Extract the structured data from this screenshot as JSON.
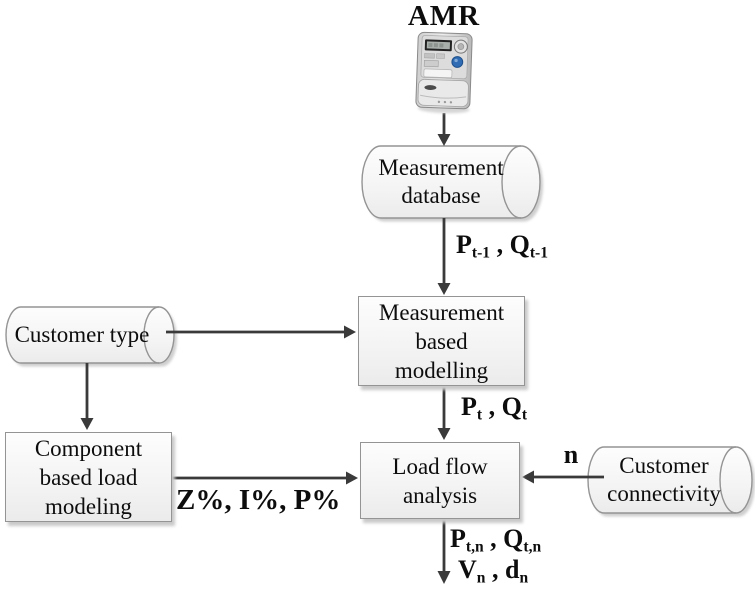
{
  "diagram": {
    "title": "AMR",
    "nodes": {
      "measurement_database": {
        "shape": "cylinder",
        "lines": [
          "Measurement",
          "database"
        ]
      },
      "customer_type": {
        "shape": "cylinder",
        "lines": [
          "Customer type"
        ]
      },
      "customer_connectivity": {
        "shape": "cylinder",
        "lines": [
          "Customer",
          "connectivity"
        ]
      },
      "measurement_based_modelling": {
        "shape": "process-box",
        "lines": [
          "Measurement",
          "based",
          "modelling"
        ]
      },
      "component_based_load_modeling": {
        "shape": "process-box",
        "lines": [
          "Component",
          "based load",
          "modeling"
        ]
      },
      "load_flow_analysis": {
        "shape": "process-box",
        "lines": [
          "Load flow",
          "analysis"
        ]
      }
    },
    "edge_labels": {
      "pq_prev": {
        "p": "P",
        "p_sub": "t-1",
        "sep": " , ",
        "q": "Q",
        "q_sub": "t-1"
      },
      "pq_t": {
        "p": "P",
        "p_sub": "t",
        "sep": " , ",
        "q": "Q",
        "q_sub": "t"
      },
      "zip_percent": "Z%, I%, P%",
      "n": "n",
      "pq_tn": {
        "p": "P",
        "p_sub": "t,n",
        "sep": " , ",
        "q": "Q",
        "q_sub": "t,n"
      },
      "vd_n": {
        "v": "V",
        "v_sub": "n",
        "sep": " , ",
        "d": "d",
        "d_sub": "n"
      }
    },
    "icons": {
      "meter": "smart-meter-icon"
    },
    "colors": {
      "background": "#ffffff",
      "arrow": "#3a3a3a",
      "box_border": "#949494",
      "box_fill": "#f5f5f5",
      "shadow": "#c9c9c9",
      "text": "#0d0d0d",
      "meter_button_blue": "#2f6cb3",
      "meter_lcd": "#222222"
    }
  }
}
